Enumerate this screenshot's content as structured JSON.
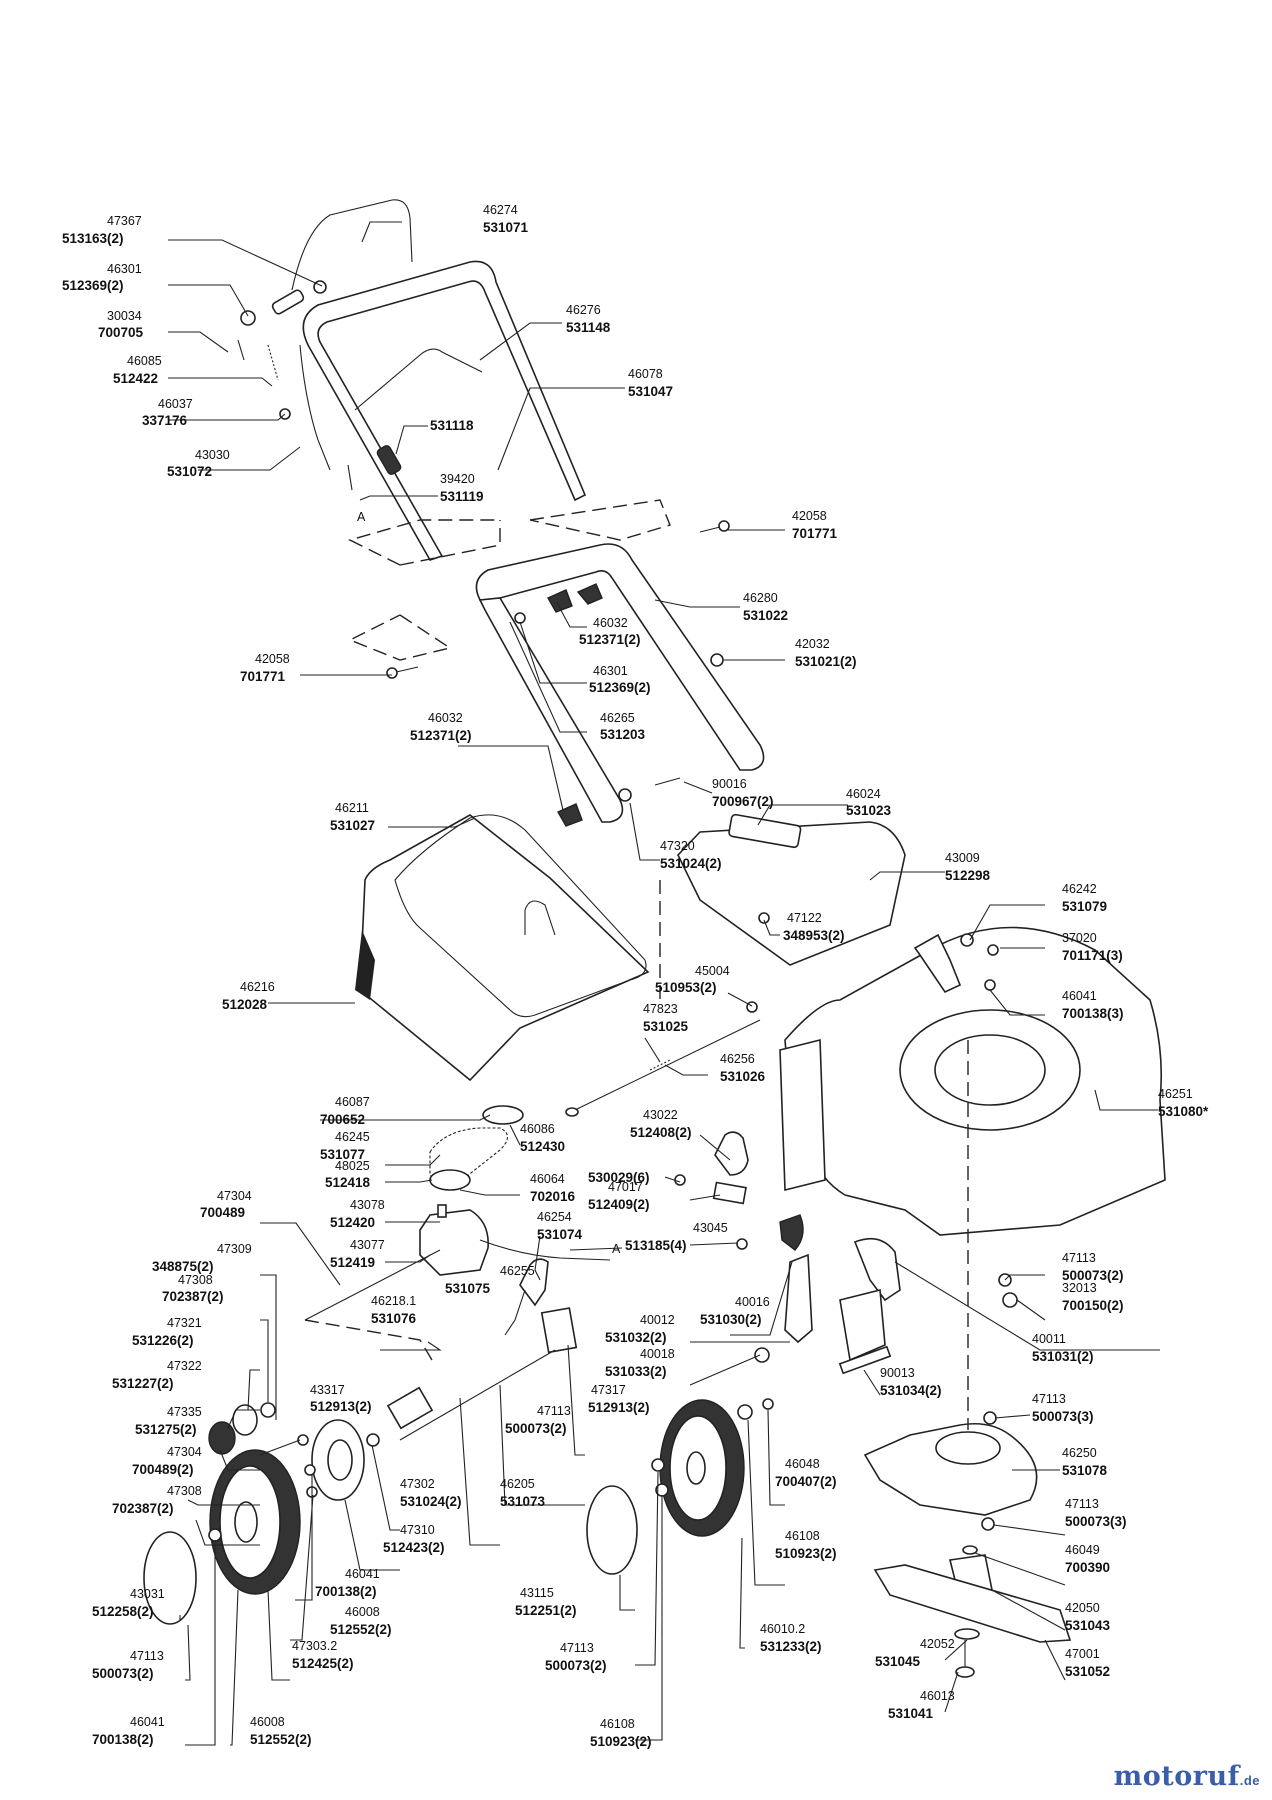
{
  "watermark": {
    "brand": "motoruf",
    "tld": ".de"
  },
  "labels": [
    {
      "id": "47367",
      "num": "47367",
      "part": "513163(2)"
    },
    {
      "id": "46274",
      "num": "46274",
      "part": "531071"
    },
    {
      "id": "46301a",
      "num": "46301",
      "part": "512369(2)"
    },
    {
      "id": "30034",
      "num": "30034",
      "part": "700705"
    },
    {
      "id": "46276",
      "num": "46276",
      "part": "531148"
    },
    {
      "id": "46085",
      "num": "46085",
      "part": "512422"
    },
    {
      "id": "46078",
      "num": "46078",
      "part": "531047"
    },
    {
      "id": "46037",
      "num": "46037",
      "part": "337176"
    },
    {
      "id": "531118",
      "num": "",
      "part": "531118"
    },
    {
      "id": "43030",
      "num": "43030",
      "part": "531072"
    },
    {
      "id": "39420",
      "num": "39420",
      "part": "531119"
    },
    {
      "id": "A_top",
      "num": "",
      "part": "A"
    },
    {
      "id": "42058a",
      "num": "42058",
      "part": "701771"
    },
    {
      "id": "46280",
      "num": "46280",
      "part": "531022"
    },
    {
      "id": "46032a",
      "num": "46032",
      "part": "512371(2)"
    },
    {
      "id": "42032",
      "num": "42032",
      "part": "531021(2)"
    },
    {
      "id": "42058b",
      "num": "42058",
      "part": "701771"
    },
    {
      "id": "46301b",
      "num": "46301",
      "part": "512369(2)"
    },
    {
      "id": "46265",
      "num": "46265",
      "part": "531203"
    },
    {
      "id": "46032b",
      "num": "46032",
      "part": "512371(2)"
    },
    {
      "id": "90016",
      "num": "90016",
      "part": "700967(2)"
    },
    {
      "id": "46211",
      "num": "46211",
      "part": "531027"
    },
    {
      "id": "46024",
      "num": "46024",
      "part": "531023"
    },
    {
      "id": "47320",
      "num": "47320",
      "part": "531024(2)"
    },
    {
      "id": "43009",
      "num": "43009",
      "part": "512298"
    },
    {
      "id": "46242",
      "num": "46242",
      "part": "531079"
    },
    {
      "id": "47122",
      "num": "47122",
      "part": "348953(2)"
    },
    {
      "id": "37020",
      "num": "37020",
      "part": "701171(3)"
    },
    {
      "id": "45004",
      "num": "45004",
      "part": "510953(2)"
    },
    {
      "id": "46216",
      "num": "46216",
      "part": "512028"
    },
    {
      "id": "46041a",
      "num": "46041",
      "part": "700138(3)"
    },
    {
      "id": "47823",
      "num": "47823",
      "part": "531025"
    },
    {
      "id": "46256",
      "num": "46256",
      "part": "531026"
    },
    {
      "id": "46251",
      "num": "46251",
      "part": "531080*"
    },
    {
      "id": "46087",
      "num": "46087",
      "part": "700652"
    },
    {
      "id": "43022",
      "num": "43022",
      "part": "512408(2)"
    },
    {
      "id": "46245",
      "num": "46245",
      "part": "531077"
    },
    {
      "id": "46086",
      "num": "46086",
      "part": "512430"
    },
    {
      "id": "530029",
      "num": "",
      "part": "530029(6)"
    },
    {
      "id": "48025",
      "num": "48025",
      "part": "512418"
    },
    {
      "id": "46064",
      "num": "46064",
      "part": "702016"
    },
    {
      "id": "47017",
      "num": "47017",
      "part": "512409(2)"
    },
    {
      "id": "47304a",
      "num": "47304",
      "part": "700489"
    },
    {
      "id": "43078",
      "num": "43078",
      "part": "512420"
    },
    {
      "id": "46254",
      "num": "46254",
      "part": "531074"
    },
    {
      "id": "43045",
      "num": "43045",
      "part": "513185(4)"
    },
    {
      "id": "A_mid",
      "num": "",
      "part": "A"
    },
    {
      "id": "43077",
      "num": "43077",
      "part": "512419"
    },
    {
      "id": "47309",
      "num": "47309",
      "part": "348875(2)"
    },
    {
      "id": "47113a",
      "num": "47113",
      "part": "500073(2)"
    },
    {
      "id": "47308a",
      "num": "47308",
      "part": "702387(2)"
    },
    {
      "id": "46255",
      "num": "46255",
      "part": "531075"
    },
    {
      "id": "40016",
      "num": "40016",
      "part": "531030(2)"
    },
    {
      "id": "32013",
      "num": "32013",
      "part": "700150(2)"
    },
    {
      "id": "46218",
      "num": "46218.1",
      "part": "531076"
    },
    {
      "id": "40012",
      "num": "40012",
      "part": "531032(2)"
    },
    {
      "id": "47321",
      "num": "47321",
      "part": "531226(2)"
    },
    {
      "id": "40011",
      "num": "40011",
      "part": "531031(2)"
    },
    {
      "id": "40018",
      "num": "40018",
      "part": "531033(2)"
    },
    {
      "id": "47322",
      "num": "47322",
      "part": "531227(2)"
    },
    {
      "id": "90013",
      "num": "90013",
      "part": "531034(2)"
    },
    {
      "id": "43317",
      "num": "43317",
      "part": "512913(2)"
    },
    {
      "id": "47317",
      "num": "47317",
      "part": "512913(2)"
    },
    {
      "id": "47113b",
      "num": "47113",
      "part": "500073(3)"
    },
    {
      "id": "47335",
      "num": "47335",
      "part": "531275(2)"
    },
    {
      "id": "47113c",
      "num": "47113",
      "part": "500073(2)"
    },
    {
      "id": "47304b",
      "num": "47304",
      "part": "700489(2)"
    },
    {
      "id": "46250",
      "num": "46250",
      "part": "531078"
    },
    {
      "id": "46048",
      "num": "46048",
      "part": "700407(2)"
    },
    {
      "id": "47308b",
      "num": "47308",
      "part": "702387(2)"
    },
    {
      "id": "47302",
      "num": "47302",
      "part": "531024(2)"
    },
    {
      "id": "46205",
      "num": "46205",
      "part": "531073"
    },
    {
      "id": "47113d",
      "num": "47113",
      "part": "500073(3)"
    },
    {
      "id": "47310",
      "num": "47310",
      "part": "512423(2)"
    },
    {
      "id": "46108a",
      "num": "46108",
      "part": "510923(2)"
    },
    {
      "id": "46049",
      "num": "46049",
      "part": "700390"
    },
    {
      "id": "43031",
      "num": "43031",
      "part": "512258(2)"
    },
    {
      "id": "46041b",
      "num": "46041",
      "part": "700138(2)"
    },
    {
      "id": "43115",
      "num": "43115",
      "part": "512251(2)"
    },
    {
      "id": "42050",
      "num": "42050",
      "part": "531043"
    },
    {
      "id": "46008a",
      "num": "46008",
      "part": "512552(2)"
    },
    {
      "id": "46010",
      "num": "46010.2",
      "part": "531233(2)"
    },
    {
      "id": "47113e",
      "num": "47113",
      "part": "500073(2)"
    },
    {
      "id": "47303",
      "num": "47303.2",
      "part": "512425(2)"
    },
    {
      "id": "47113f",
      "num": "47113",
      "part": "500073(2)"
    },
    {
      "id": "42052",
      "num": "42052",
      "part": "531045"
    },
    {
      "id": "47001",
      "num": "47001",
      "part": "531052"
    },
    {
      "id": "46013",
      "num": "46013",
      "part": "531041"
    },
    {
      "id": "46041c",
      "num": "46041",
      "part": "700138(2)"
    },
    {
      "id": "46008b",
      "num": "46008",
      "part": "512552(2)"
    },
    {
      "id": "46108b",
      "num": "46108",
      "part": "510923(2)"
    }
  ]
}
